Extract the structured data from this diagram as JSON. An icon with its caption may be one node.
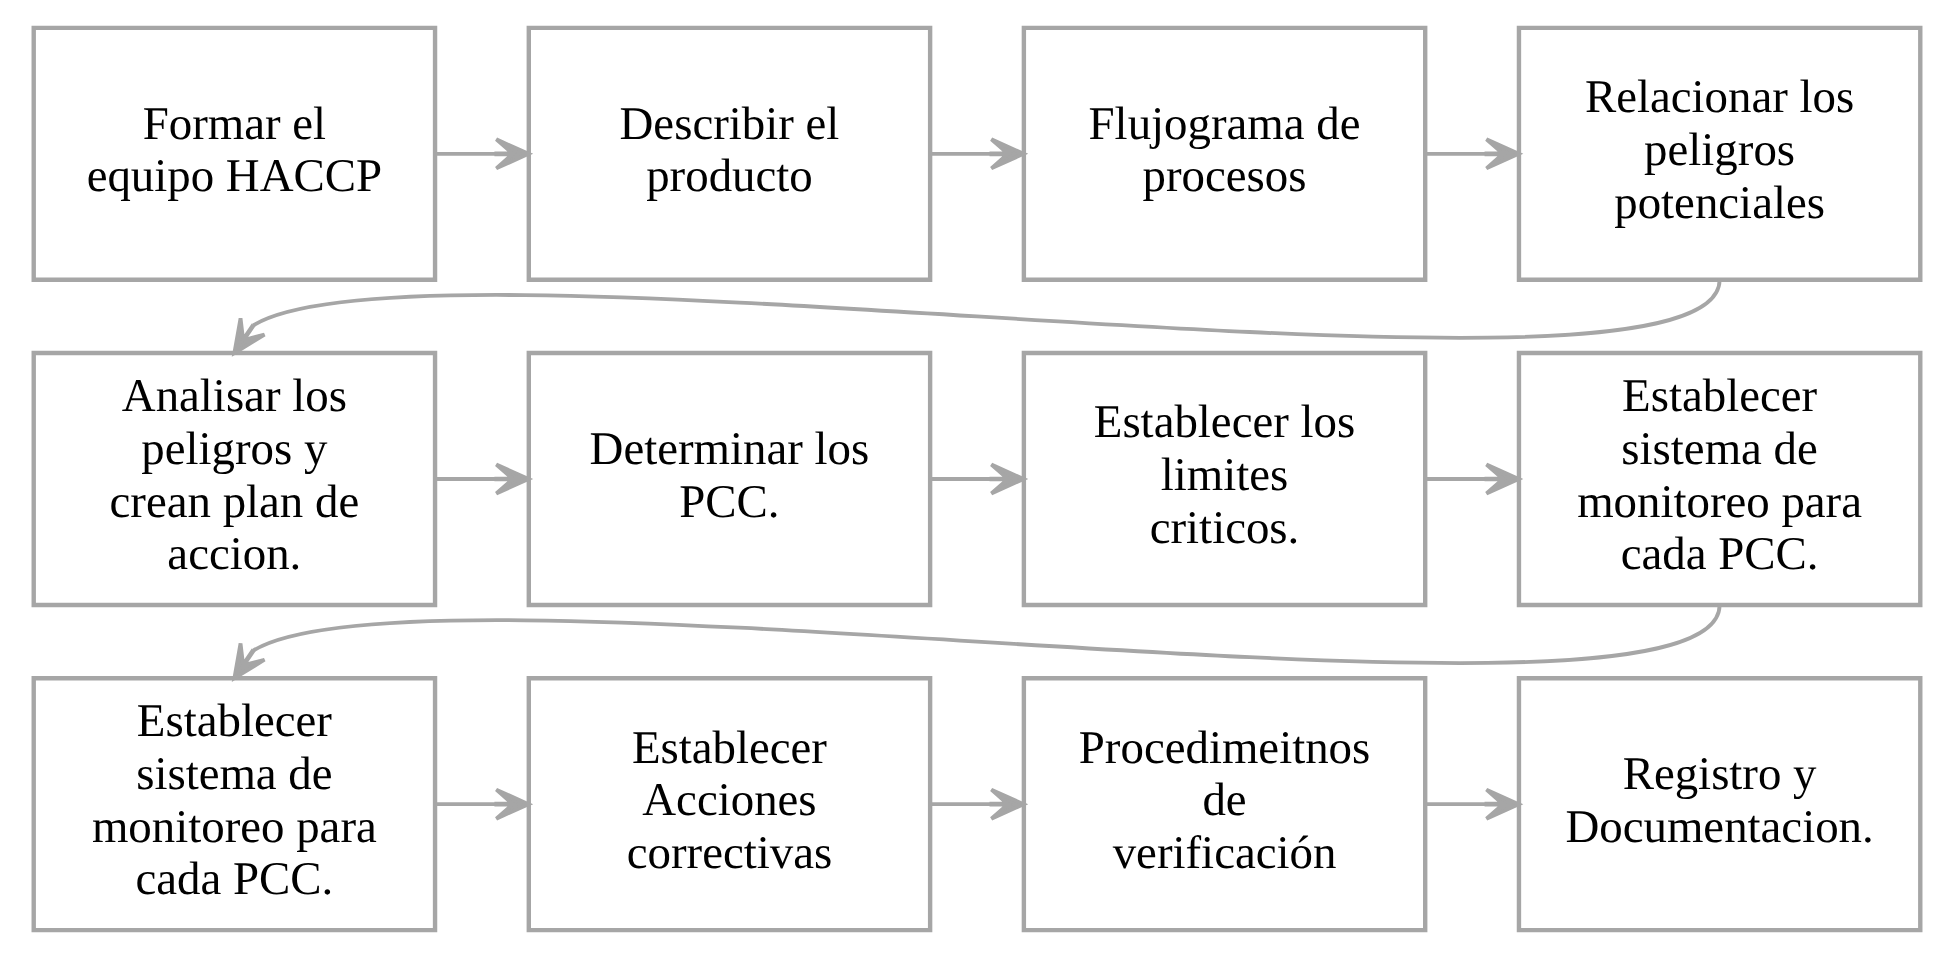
{
  "diagram": {
    "nodes": [
      {
        "text": [
          "Formar el equipo HACCP"
        ]
      },
      {
        "text": [
          "Describir el producto"
        ]
      },
      {
        "text": [
          "Flujograma de procesos"
        ]
      },
      {
        "text": [
          "Relacionar los peligros potenciales"
        ]
      },
      {
        "text": [
          "Analisar los peligros y crean plan de accion."
        ]
      },
      {
        "text": [
          "Determinar los PCC."
        ]
      },
      {
        "text": [
          "Establecer los limites criticos."
        ]
      },
      {
        "text": [
          "Establecer sistema de monitoreo para cada PCC."
        ]
      },
      {
        "text": [
          "Establecer sistema de monitoreo para cada PCC."
        ]
      },
      {
        "text": [
          "Establecer Acciones correctivas"
        ]
      },
      {
        "text": [
          "Procedimeitnos de verificación"
        ]
      },
      {
        "text": [
          "Registro y Documentacion."
        ]
      }
    ],
    "edges": [
      {
        "from": 0,
        "to": 1,
        "arrow": "to"
      },
      {
        "from": 1,
        "to": 2,
        "arrow": "to"
      },
      {
        "from": 2,
        "to": 3,
        "arrow": "to"
      },
      {
        "from": 3,
        "to": 4,
        "arrow": "to"
      },
      {
        "from": 4,
        "to": 5,
        "arrow": "to"
      },
      {
        "from": 5,
        "to": 6,
        "arrow": "to"
      },
      {
        "from": 6,
        "to": 7,
        "arrow": "to"
      },
      {
        "from": 7,
        "to": 8,
        "arrow": "to"
      },
      {
        "from": 8,
        "to": 9,
        "arrow": "to"
      },
      {
        "from": 9,
        "to": 10,
        "arrow": "to"
      },
      {
        "from": 10,
        "to": 11,
        "arrow": "to"
      }
    ]
  }
}
